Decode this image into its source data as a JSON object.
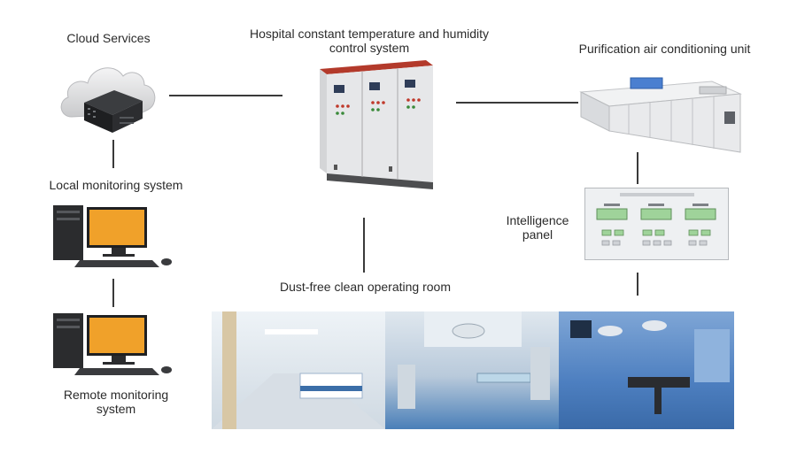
{
  "labels": {
    "cloud": "Cloud Services",
    "control_system": "Hospital constant temperature and humidity control system",
    "ahu": "Purification air conditioning unit",
    "local": "Local monitoring system",
    "panel_line1": "Intelligence",
    "panel_line2": "panel",
    "room": "Dust-free clean operating room",
    "remote_line1": "Remote monitoring",
    "remote_line2": "system"
  },
  "colors": {
    "connector": "#3a3a3a",
    "cabinet_top": "#b33a2b",
    "cabinet_body": "#e6e7e9",
    "monitor_screen": "#f0a12a",
    "panel_display": "#9fd39a",
    "room_floor": "#4a7fb8"
  },
  "icons": {
    "cloud": "cloud-server-icon",
    "cabinet": "control-cabinet-icon",
    "ahu": "air-handling-unit-icon",
    "panel": "intelligence-panel-icon",
    "pc": "desktop-computer-icon",
    "photos": "operating-room-photos"
  }
}
